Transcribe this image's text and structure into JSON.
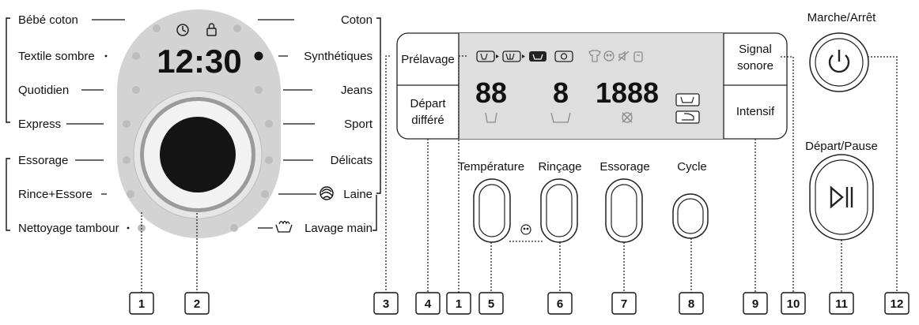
{
  "left_programs": [
    "Bébé coton",
    "Textile sombre",
    "Quotidien",
    "Express",
    "Essorage",
    "Rince+Essore",
    "Nettoyage tambour"
  ],
  "right_programs": [
    "Coton",
    "Synthétiques",
    "Jeans",
    "Sport",
    "Délicats",
    "Laine",
    "Lavage main"
  ],
  "dial_display": "12:30",
  "panel": {
    "prewash": "Prélavage",
    "delay_line1": "Départ",
    "delay_line2": "différé",
    "signal_line1": "Signal",
    "signal_line2": "sonore",
    "intensive": "Intensif",
    "display_temp": "88",
    "display_rinse": "8",
    "display_spin": "1888"
  },
  "buttons": {
    "temperature": "Température",
    "rinse": "Rinçage",
    "spin": "Essorage",
    "cycle": "Cycle",
    "power": "Marche/Arrêt",
    "start_pause": "Départ/Pause"
  },
  "callouts": [
    "1",
    "2",
    "3",
    "4",
    "1",
    "5",
    "6",
    "7",
    "8",
    "9",
    "10",
    "11",
    "12"
  ],
  "colors": {
    "dial_panel": "#d3d3d3",
    "display_panel": "#dedede",
    "digits": "#8a8a8a",
    "ink": "#111111"
  },
  "icons": [
    "clock-icon",
    "lock-icon",
    "wool-icon",
    "handwash-icon",
    "prewash-tub-icon",
    "mainwash-tub-icon",
    "rinse-tub-icon",
    "spin-icon",
    "shirt-icon",
    "child-lock-icon",
    "mute-icon",
    "door-lock-icon",
    "temperature-icon",
    "rinse-icon",
    "no-spin-icon",
    "soak-icon",
    "iron-icon",
    "child-lock-small-icon",
    "power-icon",
    "play-pause-icon"
  ]
}
